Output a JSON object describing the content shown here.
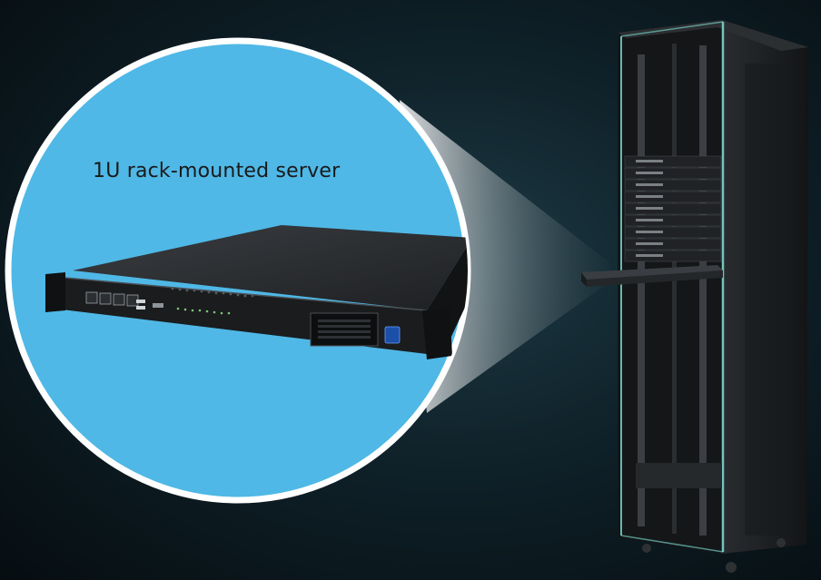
{
  "caption": "1U rack-mounted server",
  "colors": {
    "background": "#0f2129",
    "callout_circle": "#4fb8e6",
    "callout_border": "#ffffff",
    "rack_body": "#1b1d1f",
    "rack_glass_edge": "#7fe0d6",
    "server_chassis": "#2a2c2f"
  },
  "icons": [
    "rack-cabinet",
    "server-chassis",
    "ethernet-port",
    "usb-port",
    "power-button"
  ]
}
